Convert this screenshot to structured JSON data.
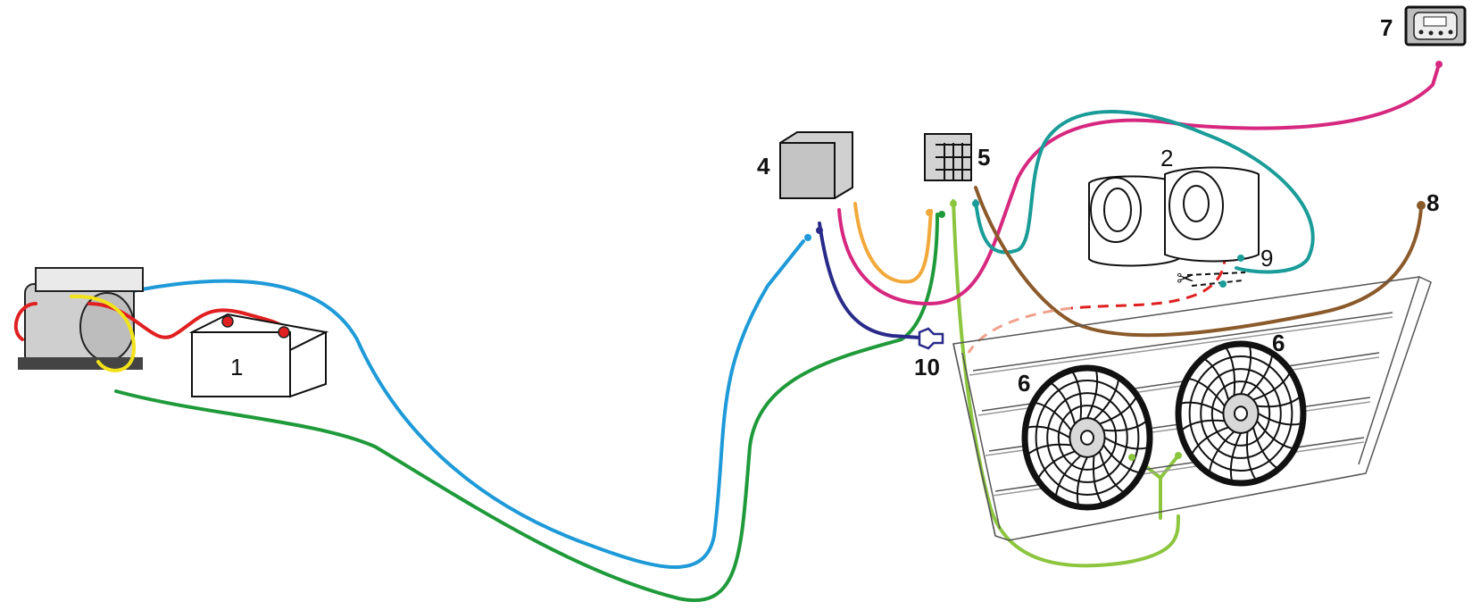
{
  "labels": {
    "battery": "1",
    "blower": "2",
    "relay_box": "4",
    "fuse_block": "5",
    "condenser_fan_left": "6",
    "condenser_fan_right": "6",
    "thermostat_panel": "7",
    "ground_wire_end": "8",
    "cut_point": "9",
    "pressure_switch": "10"
  },
  "colors": {
    "blue": "#1e9ad8",
    "dark_green": "#1f9a3a",
    "light_green": "#8cc63f",
    "magenta": "#d6287f",
    "teal": "#1a9c98",
    "brown": "#8b5a2b",
    "orange": "#f2a93b",
    "navy": "#2a2a8a",
    "red": "#e02020",
    "yellow": "#f2e21a",
    "salmon_dashed": "#f0a08a"
  }
}
